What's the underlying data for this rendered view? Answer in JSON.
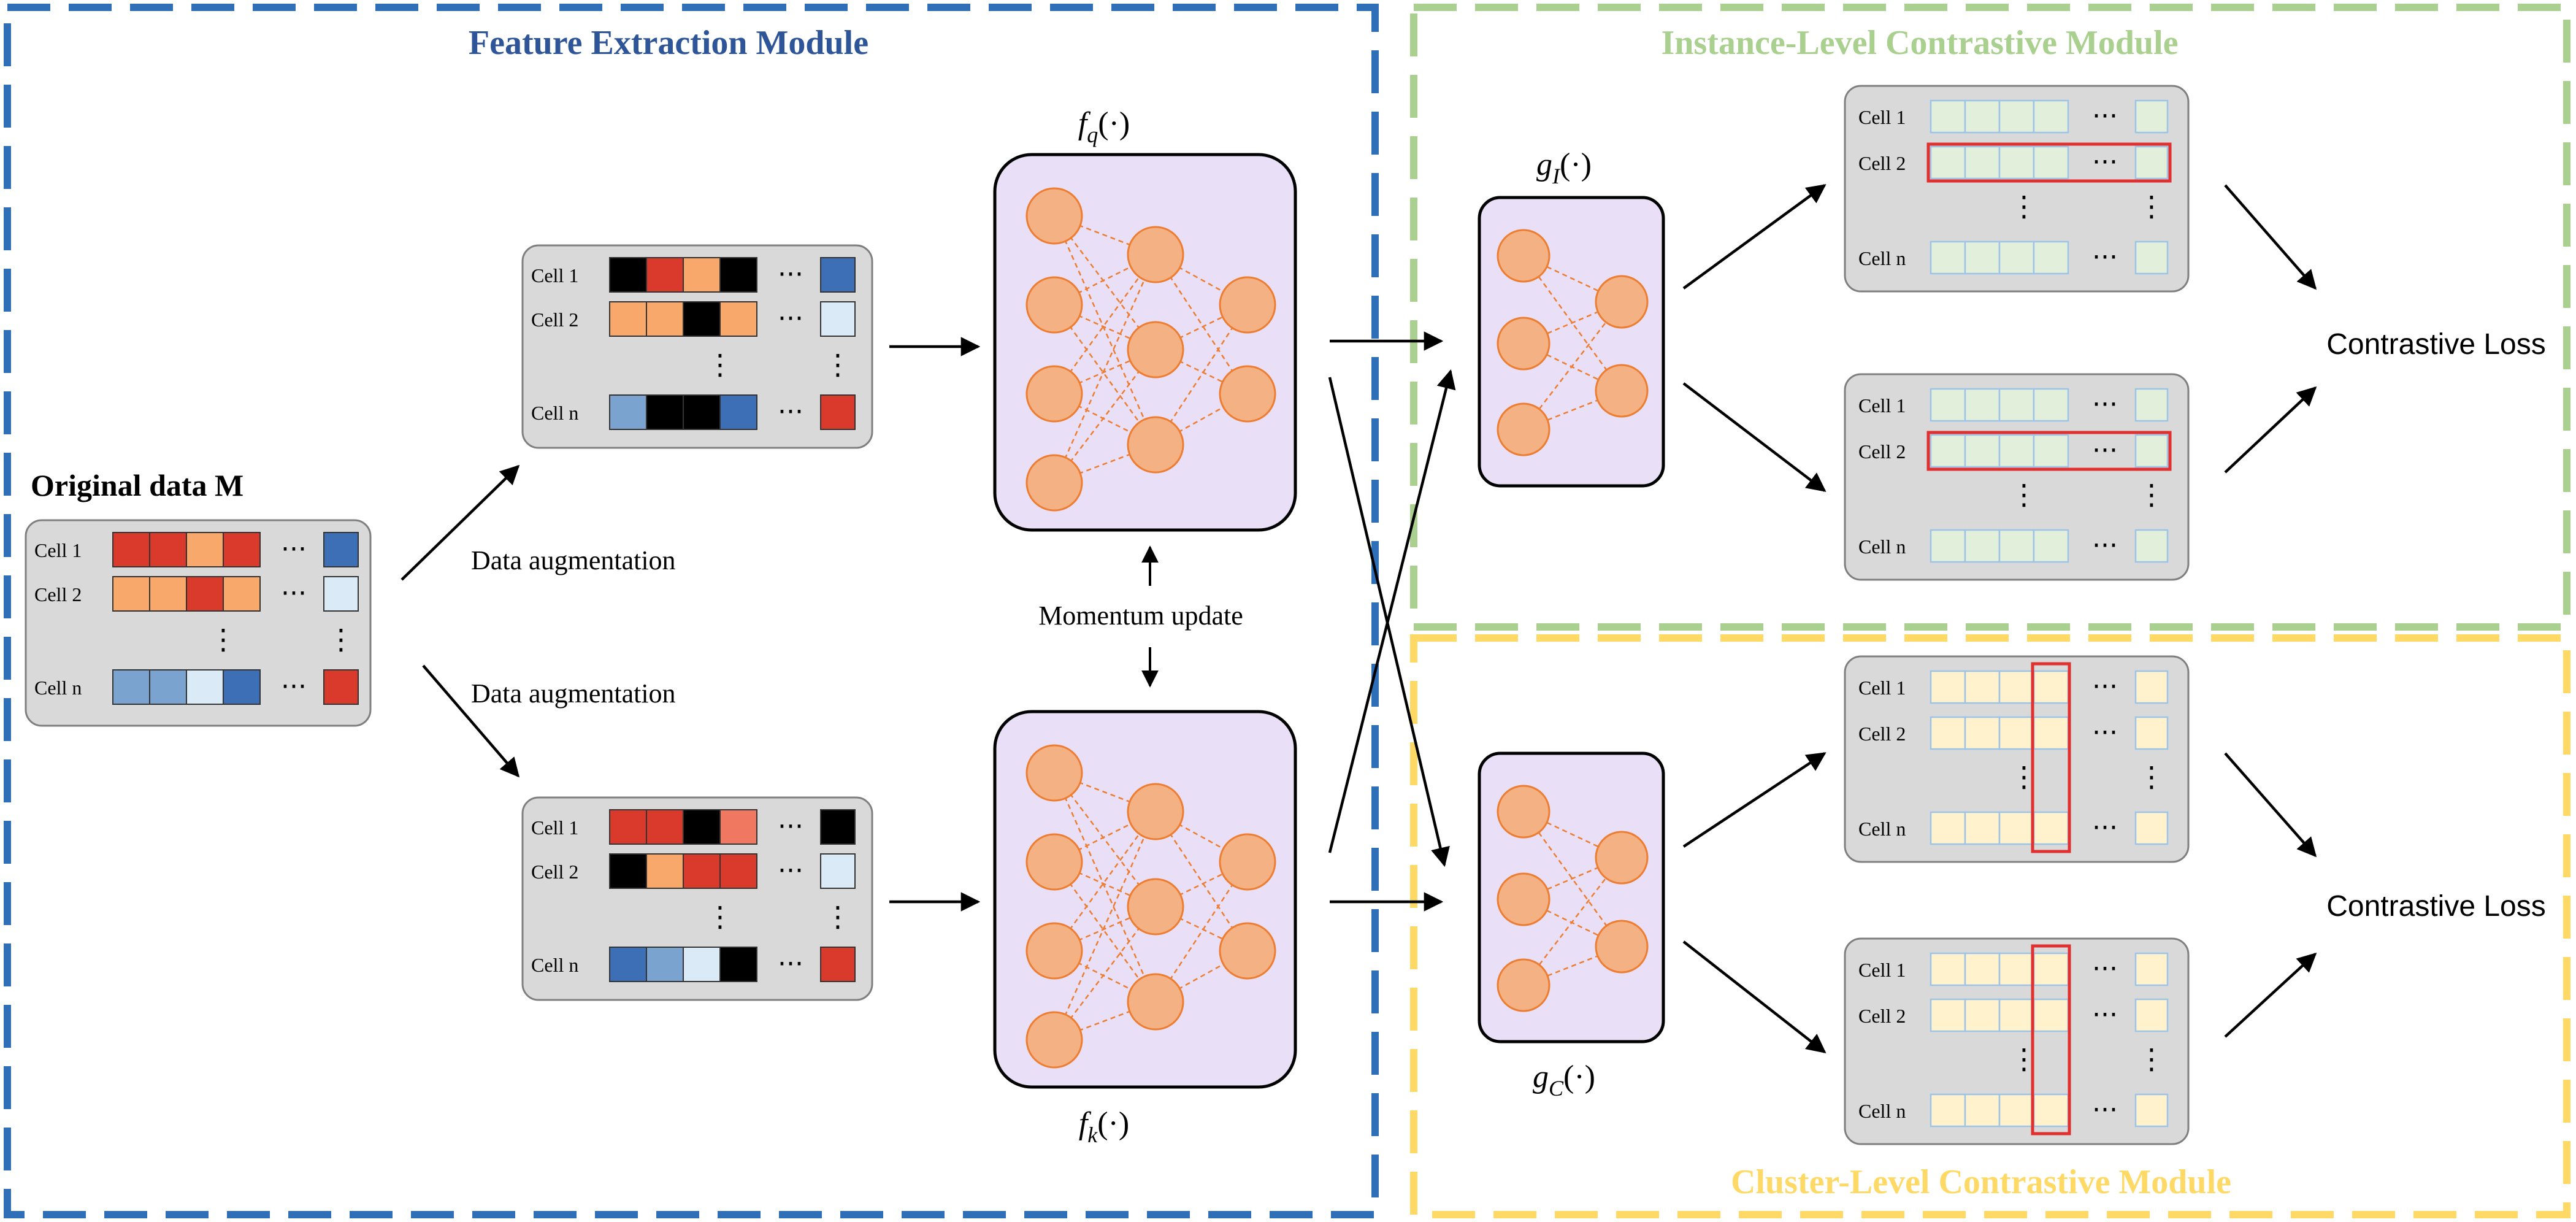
{
  "modules": {
    "feature_extraction": {
      "title": "Feature Extraction Module"
    },
    "instance_level": {
      "title": "Instance-Level Contrastive Module"
    },
    "cluster_level": {
      "title": "Cluster-Level Contrastive Module"
    }
  },
  "original_data": {
    "title": "Original data M",
    "rows": [
      "Cell 1",
      "Cell 2",
      "Cell n"
    ]
  },
  "augmentation_label": "Data augmentation",
  "augmented_top": {
    "rows": [
      "Cell 1",
      "Cell 2",
      "Cell n"
    ]
  },
  "augmented_bottom": {
    "rows": [
      "Cell 1",
      "Cell 2",
      "Cell n"
    ]
  },
  "encoders": {
    "fq": "f",
    "fq_sub": "q",
    "fk": "f",
    "fk_sub": "k",
    "arg": "(·)",
    "momentum": "Momentum update"
  },
  "heads": {
    "gi": "g",
    "gi_sub": "I",
    "gc": "g",
    "gc_sub": "C",
    "arg": "(·)"
  },
  "feature_boxes": {
    "rows": [
      "Cell 1",
      "Cell 2",
      "Cell n"
    ]
  },
  "loss": {
    "instance": "Contrastive Loss",
    "cluster": "Contrastive Loss"
  },
  "symbols": {
    "hdots": "···",
    "vdots": "⋮"
  },
  "colors": {
    "blue_module": "#2e6fb8",
    "green_module": "#a9d08e",
    "yellow_module": "#ffd966",
    "title_blue": "#2e5597",
    "title_green": "#a9d08e",
    "title_yellow": "#ffd966",
    "network_fill": "#e9dff7",
    "node": "#f4b183",
    "node_stroke": "#ed7d31",
    "highlight": "#e03030"
  }
}
